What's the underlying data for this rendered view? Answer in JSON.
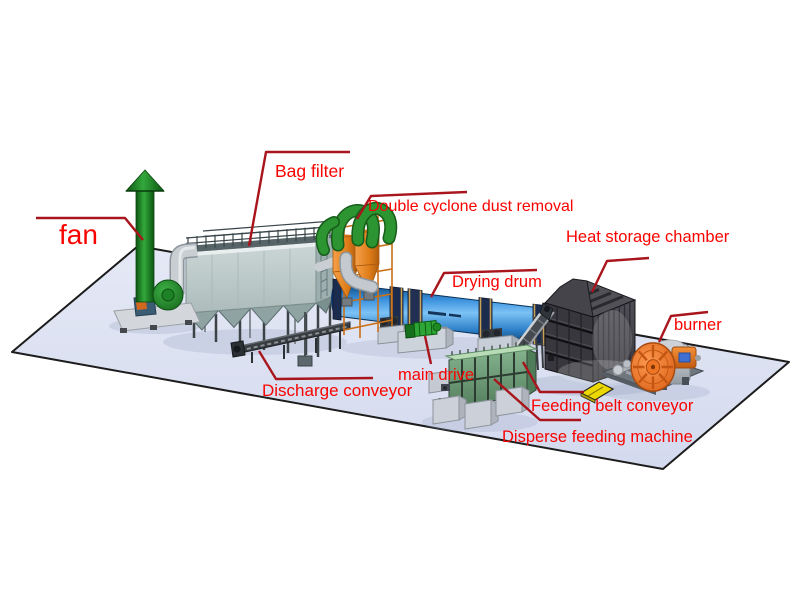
{
  "diagram": {
    "type": "equipment-diagram",
    "subject": "rotary drum drying plant",
    "labels": {
      "fan": "fan",
      "bag_filter": "Bag filter",
      "double_cyclone": "Double cyclone dust removal",
      "drying_drum": "Drying drum",
      "heat_storage_chamber": "Heat storage chamber",
      "burner": "burner",
      "main_drive": "main drive",
      "discharge_conveyor": "Discharge conveyor",
      "feeding_belt_conveyor": "Feeding belt conveyor",
      "disperse_feeding_machine": "Disperse feeding machine"
    },
    "colors": {
      "label_text": "#f80400",
      "leader_line": "#a9151c",
      "platform": "#dde2f1",
      "drum_blue": "#2f82ca",
      "fan_green": "#2fa238",
      "cyclone_orange": "#e07f1e",
      "chamber_dark": "#38373d",
      "burner_orange": "#e8731f",
      "feeder_green": "#7fae88",
      "concrete_gray": "#ccd1d9",
      "chute_yellow": "#ecd903",
      "bag_filter_gray": "#c3d0cf"
    }
  }
}
